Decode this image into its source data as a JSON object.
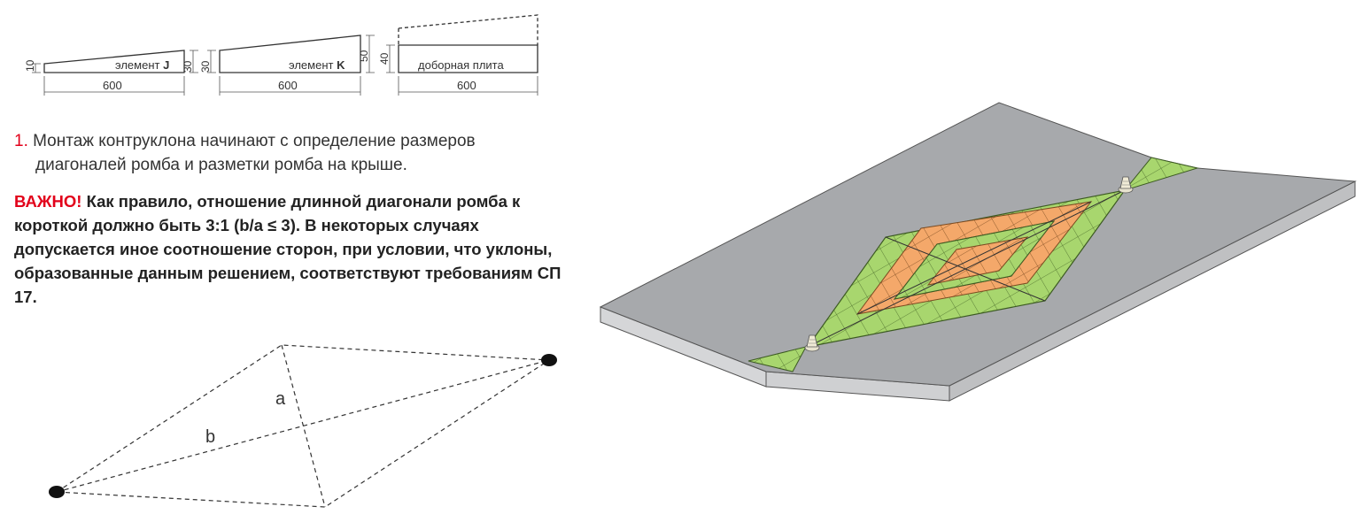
{
  "profiles": [
    {
      "name_prefix": "элемент ",
      "name_letter": "J",
      "length": "600",
      "left_height": "10",
      "right_height": "30"
    },
    {
      "name_prefix": "элемент ",
      "name_letter": "K",
      "length": "600",
      "left_height": "30",
      "right_height": "50"
    },
    {
      "name_prefix": "",
      "name_letter": "доборная плита",
      "length": "600",
      "left_height": "40",
      "right_height": ""
    }
  ],
  "step": {
    "number": "1.",
    "line1": "Монтаж контруклона начинают с определение размеров",
    "line2": "диагоналей ромба и  разметки ромба на крыше."
  },
  "note": {
    "label": "ВАЖНО!",
    "text": " Как правило, отношение длинной диагонали ромба к короткой должно быть 3:1 (b/a ≤ 3). В некоторых случаях допускается иное соотношение сторон, при условии, что уклоны, образованные данным решением, соответствуют требованиям СП 17."
  },
  "rhombus": {
    "short_diagonal_label": "a",
    "long_diagonal_label": "b"
  },
  "colors": {
    "accent": "#e2001a",
    "roof_top": "#a7a9ac",
    "roof_side": "#cfd0d2",
    "green": "#a8d66e",
    "orange": "#f4a86a"
  }
}
